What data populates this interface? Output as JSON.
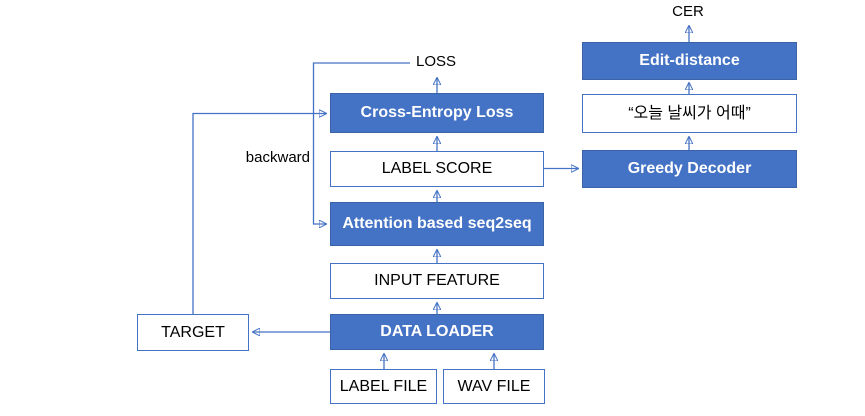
{
  "colors": {
    "accent_fill": "#4472C4",
    "accent_border": "#3B63A8",
    "outline_border": "#4472C4",
    "connector": "#4472C4",
    "filled_text": "#FFFFFF",
    "outline_text": "#000000",
    "background": "#FFFFFF"
  },
  "annotations": {
    "loss": "LOSS",
    "cer": "CER",
    "backward": "backward"
  },
  "nodes": {
    "cross_entropy_loss": {
      "label": "Cross-Entropy Loss",
      "style": "filled"
    },
    "label_score": {
      "label": "LABEL SCORE",
      "style": "outline"
    },
    "attention_seq2seq": {
      "label": "Attention based seq2seq",
      "style": "filled"
    },
    "input_feature": {
      "label": "INPUT FEATURE",
      "style": "outline"
    },
    "data_loader": {
      "label": "DATA LOADER",
      "style": "filled"
    },
    "label_file": {
      "label": "LABEL FILE",
      "style": "outline"
    },
    "wav_file": {
      "label": "WAV FILE",
      "style": "outline"
    },
    "target": {
      "label": "TARGET",
      "style": "outline"
    },
    "edit_distance": {
      "label": "Edit-distance",
      "style": "filled"
    },
    "decoded_text": {
      "label": "“오늘 날씨가 어때”",
      "style": "outline"
    },
    "greedy_decoder": {
      "label": "Greedy Decoder",
      "style": "filled"
    }
  }
}
